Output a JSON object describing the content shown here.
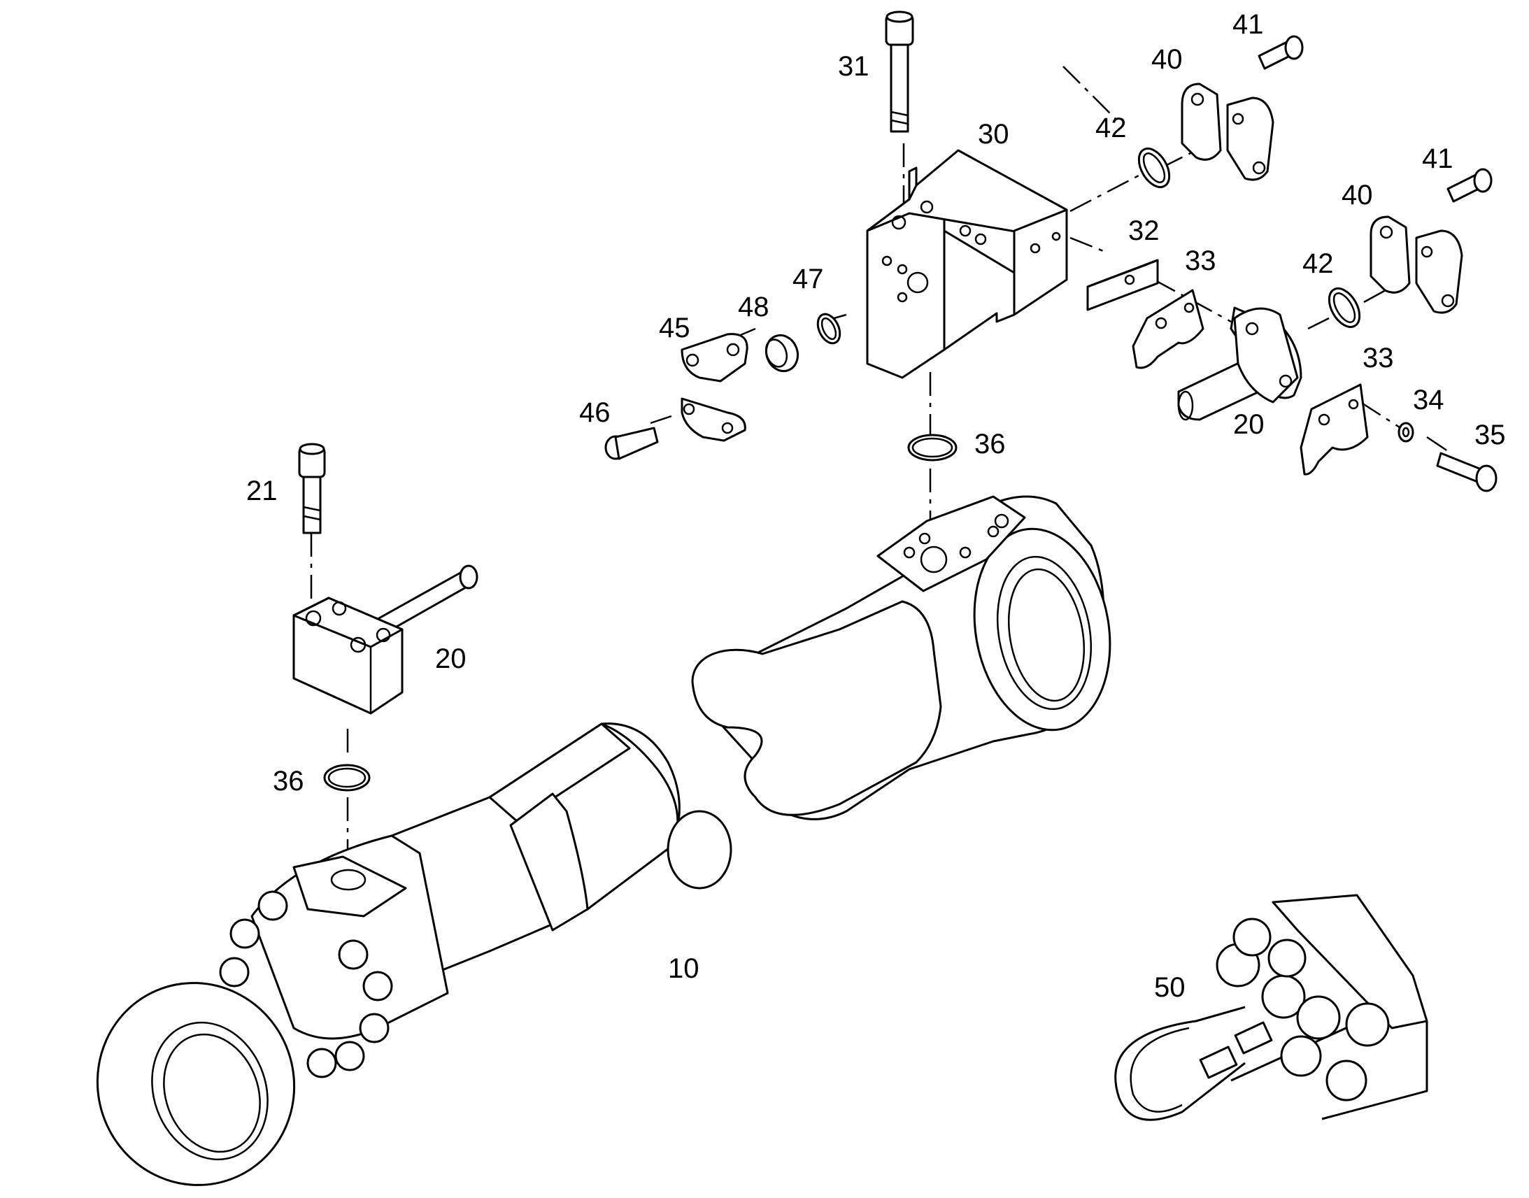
{
  "callouts": [
    {
      "id": "c31",
      "label": "31"
    },
    {
      "id": "c41a",
      "label": "41"
    },
    {
      "id": "c40a",
      "label": "40"
    },
    {
      "id": "c30",
      "label": "30"
    },
    {
      "id": "c42a",
      "label": "42"
    },
    {
      "id": "c41b",
      "label": "41"
    },
    {
      "id": "c40b",
      "label": "40"
    },
    {
      "id": "c32",
      "label": "32"
    },
    {
      "id": "c33a",
      "label": "33"
    },
    {
      "id": "c42b",
      "label": "42"
    },
    {
      "id": "c47",
      "label": "47"
    },
    {
      "id": "c48",
      "label": "48"
    },
    {
      "id": "c45",
      "label": "45"
    },
    {
      "id": "c33b",
      "label": "33"
    },
    {
      "id": "c34",
      "label": "34"
    },
    {
      "id": "c46",
      "label": "46"
    },
    {
      "id": "c20a",
      "label": "20"
    },
    {
      "id": "c35",
      "label": "35"
    },
    {
      "id": "c36a",
      "label": "36"
    },
    {
      "id": "c21",
      "label": "21"
    },
    {
      "id": "c20b",
      "label": "20"
    },
    {
      "id": "c36b",
      "label": "36"
    },
    {
      "id": "c10",
      "label": "10"
    },
    {
      "id": "c50",
      "label": "50"
    }
  ]
}
